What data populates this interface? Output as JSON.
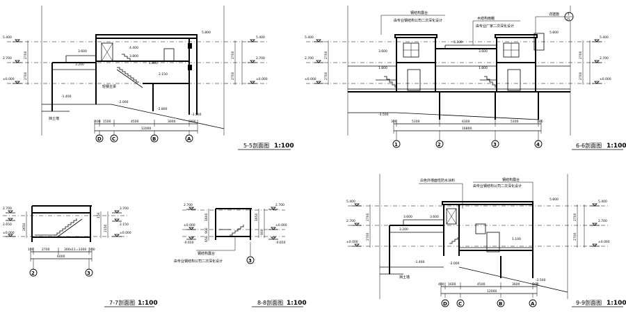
{
  "drawings": {
    "s55": {
      "title": "5-5剖面图",
      "scale": "1:100",
      "levels_left": [
        "5.400",
        "2.700",
        "±0.000"
      ],
      "levels_right": [
        "5.400",
        "2.700",
        "±0.000"
      ],
      "level_top": "5.800",
      "level_a": "3.600",
      "level_b": "3.200",
      "level_c": "4.400",
      "level_d": "3.800",
      "level_e": "1.800",
      "level_f": "2.150",
      "level_g": "-1.400",
      "level_h": "-2.000",
      "level_i": "-2.800",
      "level_j": "-3.500",
      "heights_left": [
        "2700",
        "2700"
      ],
      "heights_right": [
        "2700",
        "2700"
      ],
      "wall_note": "挡土墙",
      "col_note": "轻钢主梁",
      "dims": [
        "400",
        "1500",
        "4500",
        "3000",
        "900"
      ],
      "dim_total": "12000",
      "axes": [
        "D",
        "C",
        "B",
        "A"
      ]
    },
    "s66": {
      "title": "6-6剖面图",
      "scale": "1:100",
      "note1": "钢结构露台",
      "note2": "由专业钢结构公司二次深化设计",
      "note3": "木结构雨棚",
      "note4": "由专业厂家二次深化设计",
      "detail": "详建施",
      "detail_num": "1",
      "detail_sheet": "25",
      "levels_left": [
        "5.400",
        "2.700",
        "±0.000"
      ],
      "levels_right": [
        "5.400",
        "2.700",
        "±0.000"
      ],
      "level_top": "5.800",
      "level_a": "3.600",
      "level_b": "3.300",
      "level_c": "1.800",
      "level_neg": "-3.500",
      "heights_left": [
        "2700",
        "2700"
      ],
      "heights_right": [
        "2700",
        "2700"
      ],
      "dims": [
        "300",
        "5100",
        "6300",
        "5100",
        "300"
      ],
      "dim_total": "16800",
      "axes": [
        "1",
        "2",
        "3",
        "4"
      ]
    },
    "s77": {
      "title": "7-7剖面图",
      "scale": "1:100",
      "levels_left": [
        "2.700",
        "2.650",
        "±0.000"
      ],
      "levels_right": [
        "2.700",
        "2.150",
        "±0.000"
      ],
      "heights_left": [
        "2650"
      ],
      "heights_right": [
        "150",
        "2150"
      ],
      "dims": [
        "100",
        "2700",
        "300x11=3300",
        "100"
      ],
      "dim_total": "6000",
      "axes": [
        "2",
        "3"
      ]
    },
    "s88": {
      "title": "8-8剖面图",
      "scale": "1:100",
      "levels_left": [
        "2.700",
        "±0.000",
        "-0.650"
      ],
      "levels_right": [
        "2.700",
        "±0.000",
        "-0.650"
      ],
      "heights_left": [
        "1600",
        "900",
        "650"
      ],
      "heights_right": [
        "1650",
        "900"
      ],
      "note1": "钢结构露台",
      "note2": "由专业钢结构公司二次深化设计",
      "axes": [
        "3"
      ]
    },
    "s99": {
      "title": "9-9剖面图",
      "scale": "1:100",
      "note1": "白色外墙面性防水涂料",
      "note2": "钢结构露台",
      "note3": "由专业钢结构公司二次深化设计",
      "levels_left": [
        "5.400",
        "2.700",
        "±0.000"
      ],
      "levels_right": [
        "5.400",
        "2.700",
        "±0.000"
      ],
      "level_top": "5.800",
      "level_a": "3.600",
      "level_b": "3.200",
      "level_c": "1.100",
      "level_d": "-1.400",
      "level_e": "-2.000",
      "level_f": "-3.500",
      "heights_left": [
        "2700",
        "2700"
      ],
      "heights_right": [
        "2700",
        "2700"
      ],
      "wall_note": "挡土墙",
      "dims": [
        "400",
        "1600",
        "4500",
        "3600",
        "900"
      ],
      "dim_total": "12000",
      "axes": [
        "D",
        "C",
        "B",
        "A"
      ]
    }
  }
}
